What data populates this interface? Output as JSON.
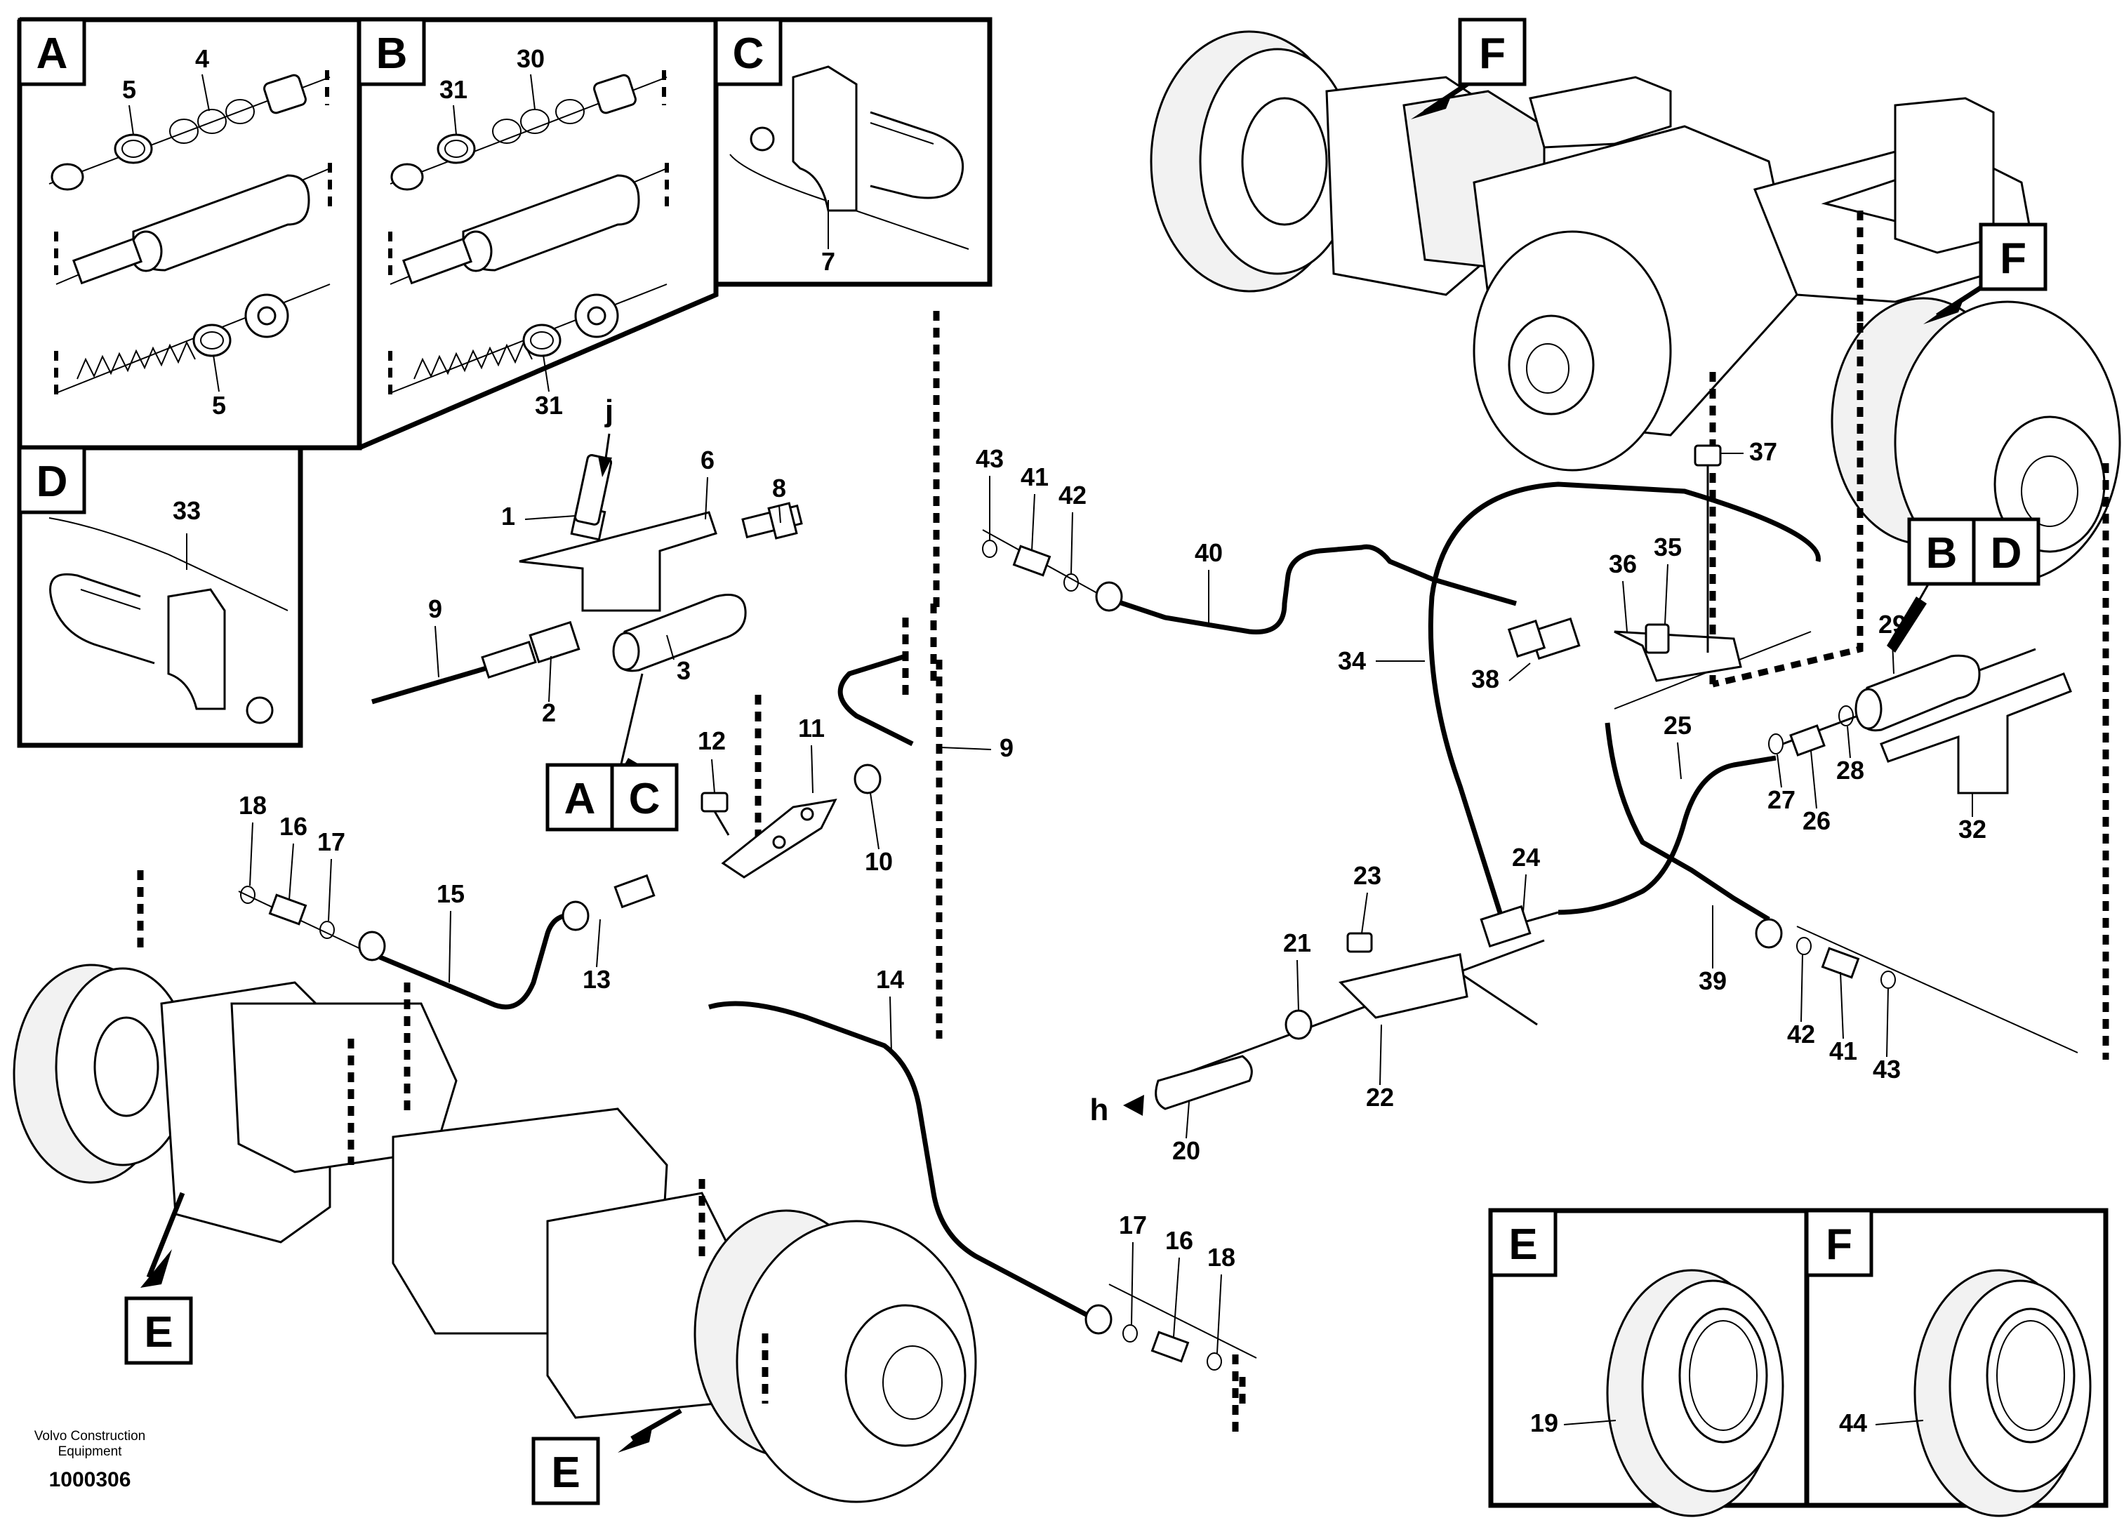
{
  "footer": {
    "publisher_line1": "Volvo Construction",
    "publisher_line2": "Equipment",
    "drawing_number": "1000306"
  },
  "detail_boxes": {
    "A": "A",
    "B": "B",
    "C": "C",
    "D": "D",
    "E": "E",
    "F": "F"
  },
  "pointer_labels": {
    "AC_a": "A",
    "AC_c": "C",
    "BD_b": "B",
    "BD_d": "D",
    "E_front": "E",
    "E_rear": "E",
    "F_top": "F",
    "F_right": "F"
  },
  "flow_labels": {
    "j": "j",
    "h": "h"
  },
  "callouts": {
    "c1": "1",
    "c2": "2",
    "c3": "3",
    "c4": "4",
    "c5a": "5",
    "c5b": "5",
    "c6": "6",
    "c7": "7",
    "c8": "8",
    "c9a": "9",
    "c9b": "9",
    "c10": "10",
    "c11": "11",
    "c12": "12",
    "c13": "13",
    "c14": "14",
    "c15": "15",
    "c16a": "16",
    "c16b": "16",
    "c17a": "17",
    "c17b": "17",
    "c18a": "18",
    "c18b": "18",
    "c19": "19",
    "c20": "20",
    "c21": "21",
    "c22": "22",
    "c23": "23",
    "c24": "24",
    "c25": "25",
    "c26": "26",
    "c27": "27",
    "c28": "28",
    "c29": "29",
    "c30": "30",
    "c31a": "31",
    "c31b": "31",
    "c32": "32",
    "c33": "33",
    "c34": "34",
    "c35": "35",
    "c36": "36",
    "c37": "37",
    "c38": "38",
    "c39": "39",
    "c40": "40",
    "c41a": "41",
    "c41b": "41",
    "c42a": "42",
    "c42b": "42",
    "c43a": "43",
    "c43b": "43",
    "c44": "44"
  }
}
